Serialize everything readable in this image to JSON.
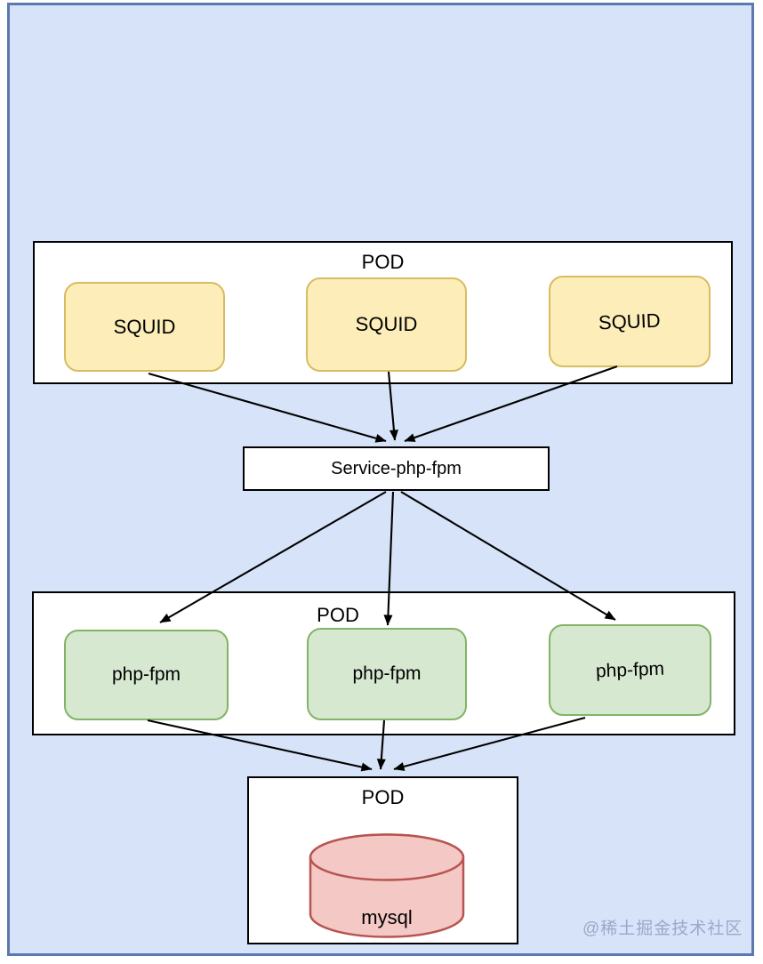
{
  "diagram": {
    "pods": [
      {
        "id": "pod-squid",
        "label": "POD",
        "nodes": [
          "SQUID",
          "SQUID",
          "SQUID"
        ]
      },
      {
        "id": "pod-php-fpm",
        "label": "POD",
        "nodes": [
          "php-fpm",
          "php-fpm",
          "php-fpm"
        ]
      },
      {
        "id": "pod-mysql",
        "label": "POD",
        "nodes": [
          "mysql"
        ]
      }
    ],
    "service_label": "Service-php-fpm",
    "edges": [
      {
        "from": "squid-1",
        "to": "service-php-fpm"
      },
      {
        "from": "squid-2",
        "to": "service-php-fpm"
      },
      {
        "from": "squid-3",
        "to": "service-php-fpm"
      },
      {
        "from": "service-php-fpm",
        "to": "php-fpm-1"
      },
      {
        "from": "service-php-fpm",
        "to": "php-fpm-2"
      },
      {
        "from": "service-php-fpm",
        "to": "php-fpm-3"
      },
      {
        "from": "php-fpm-1",
        "to": "pod-mysql"
      },
      {
        "from": "php-fpm-2",
        "to": "pod-mysql"
      },
      {
        "from": "php-fpm-3",
        "to": "pod-mysql"
      }
    ]
  },
  "watermark": {
    "text": "@稀土掘金技术社区"
  },
  "colors": {
    "canvas_bg": "#d6e3f8",
    "canvas_border": "#5b79af",
    "pod_bg": "#ffffff",
    "pod_border": "#000000",
    "squid_fill": "#fcedb9",
    "squid_border": "#d8bc61",
    "green_fill": "#d7e8d1",
    "green_border": "#83b366",
    "red_fill": "#f4c8c4",
    "red_border": "#b85450",
    "line": "#000000",
    "watermark_color": "#9aa9c9"
  }
}
